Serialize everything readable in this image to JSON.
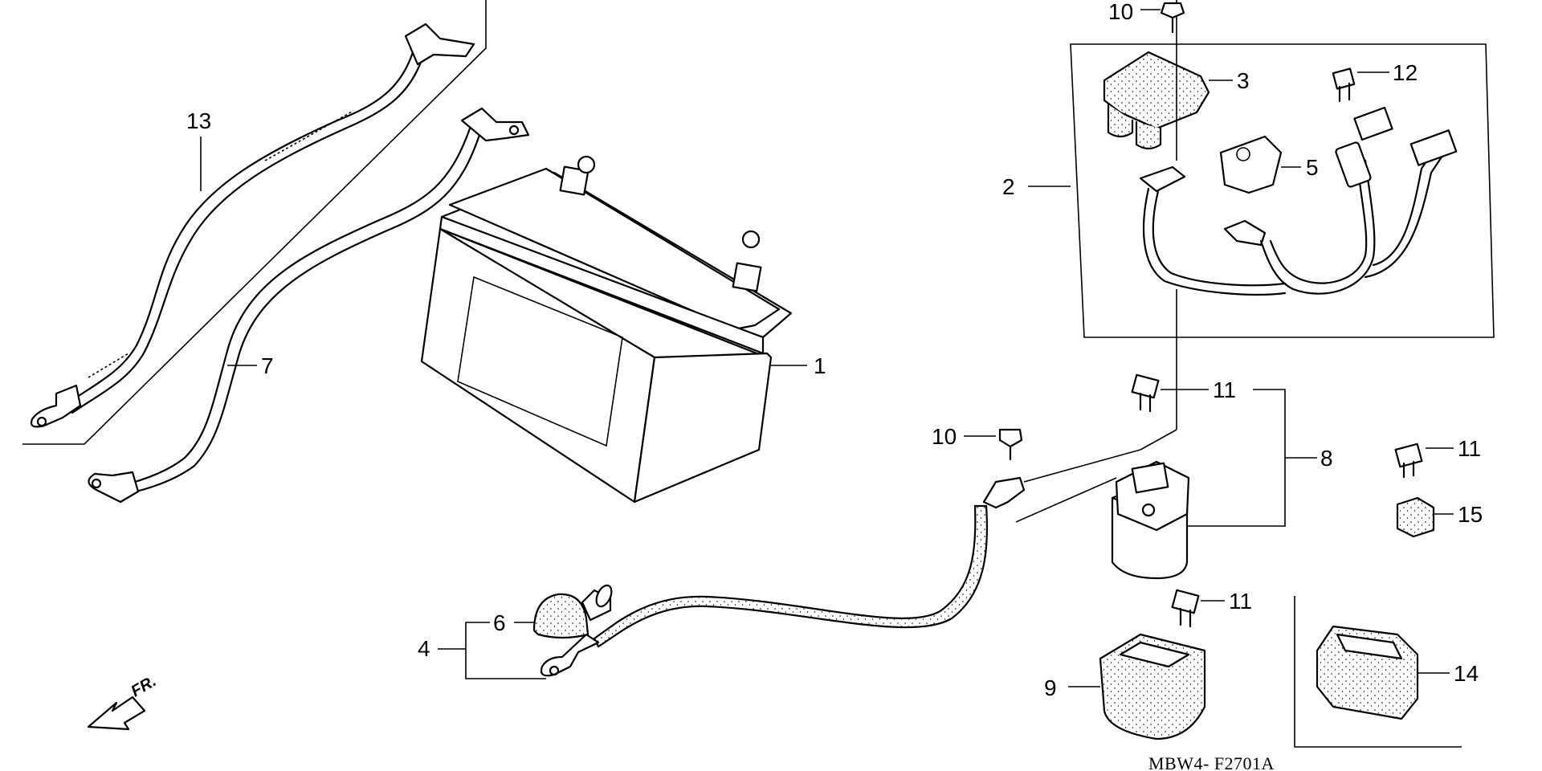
{
  "diagram": {
    "drawing_code": "MBW4- F2701A",
    "direction_label": "FR.",
    "callouts": [
      {
        "id": "c1",
        "label": "1"
      },
      {
        "id": "c2",
        "label": "2"
      },
      {
        "id": "c3",
        "label": "3"
      },
      {
        "id": "c4",
        "label": "4"
      },
      {
        "id": "c5",
        "label": "5"
      },
      {
        "id": "c6",
        "label": "6"
      },
      {
        "id": "c7",
        "label": "7"
      },
      {
        "id": "c8",
        "label": "8"
      },
      {
        "id": "c9",
        "label": "9"
      },
      {
        "id": "c10a",
        "label": "10"
      },
      {
        "id": "c10b",
        "label": "10"
      },
      {
        "id": "c11a",
        "label": "11"
      },
      {
        "id": "c11b",
        "label": "11"
      },
      {
        "id": "c11c",
        "label": "11"
      },
      {
        "id": "c12",
        "label": "12"
      },
      {
        "id": "c13",
        "label": "13"
      },
      {
        "id": "c14",
        "label": "14"
      },
      {
        "id": "c15",
        "label": "15"
      }
    ]
  }
}
